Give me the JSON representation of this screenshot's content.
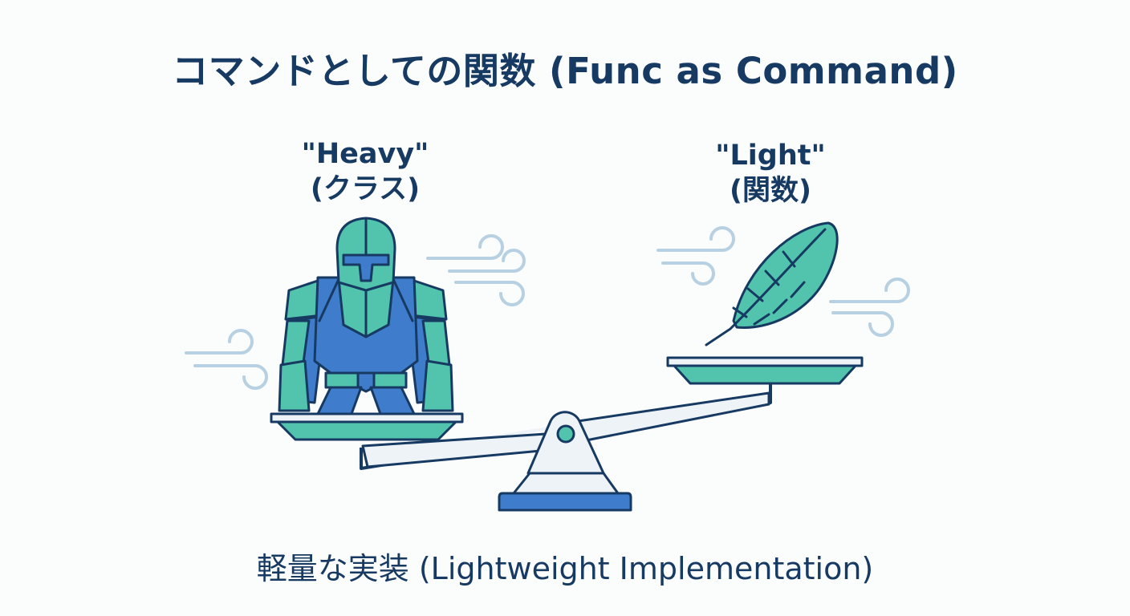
{
  "title": "コマンドとしての関数 (Func as Command)",
  "heavy": {
    "line1": "\"Heavy\"",
    "line2": "(クラス)"
  },
  "light": {
    "line1": "\"Light\"",
    "line2": "(関数)"
  },
  "caption": "軽量な実装 (Lightweight Implementation)",
  "colors": {
    "navy": "#173a63",
    "teal": "#52c4ad",
    "blue": "#3f7ccc",
    "wind": "#b7d0e2",
    "panel": "#f1f4f7"
  },
  "icons": {
    "heavy_side": "knight-armor-icon",
    "light_side": "feather-icon",
    "device": "balance-scale-icon"
  }
}
